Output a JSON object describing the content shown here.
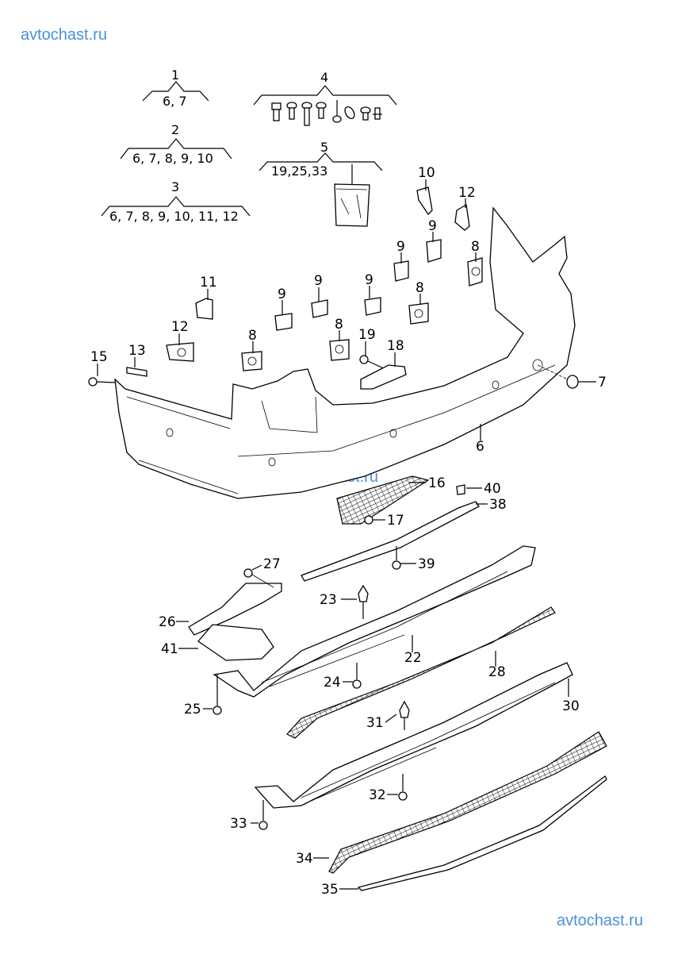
{
  "watermark": {
    "top_left": "avtochast.ru",
    "center": "avtochast.ru",
    "bottom_right": "avtochast.ru",
    "color": "#4a90d9"
  },
  "groups": [
    {
      "number": "1",
      "contents": "6, 7"
    },
    {
      "number": "2",
      "contents": "6, 7, 8, 9, 10"
    },
    {
      "number": "3",
      "contents": "6, 7, 8, 9, 10, 11, 12"
    },
    {
      "number": "4",
      "contents": "",
      "icons": [
        "hex-bolt-icon",
        "pan-screw-icon",
        "long-screw-icon",
        "pan-screw-icon",
        "rivet-icon",
        "clip-icon",
        "short-screw-icon",
        "push-clip-icon"
      ]
    },
    {
      "number": "5",
      "contents": "19,25,33",
      "icons": [
        "parts-bag-icon"
      ]
    }
  ],
  "callouts": {
    "p10": "10",
    "p12a": "12",
    "p9a": "9",
    "p9b": "9",
    "p8a": "8",
    "p8b": "8",
    "p11": "11",
    "p9c": "9",
    "p9d": "9",
    "p9e": "9",
    "p12b": "12",
    "p13": "13",
    "p15": "15",
    "p8c": "8",
    "p8d": "8",
    "p19": "19",
    "p18": "18",
    "p7": "7",
    "p6": "6",
    "p16": "16",
    "p40": "40",
    "p38": "38",
    "p17": "17",
    "p39": "39",
    "p27": "27",
    "p23": "23",
    "p26": "26",
    "p41": "41",
    "p22": "22",
    "p28": "28",
    "p24": "24",
    "p25": "25",
    "p30": "30",
    "p31": "31",
    "p32": "32",
    "p33": "33",
    "p34": "34",
    "p35": "35"
  }
}
